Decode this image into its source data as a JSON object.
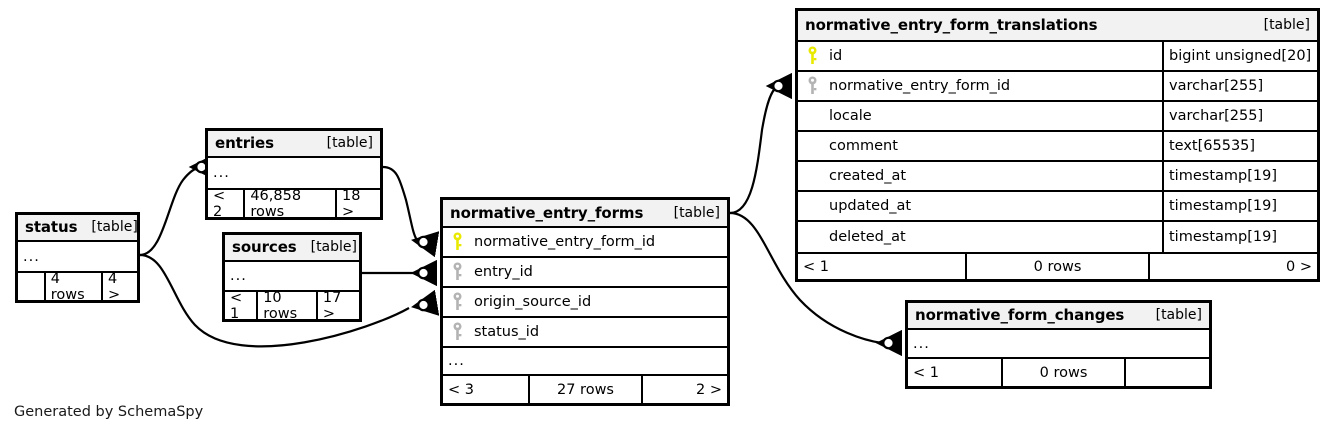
{
  "caption": "Generated by SchemaSpy",
  "table_tag": "[table]",
  "ellipsis": "...",
  "colors": {
    "primary_key": "#e9e900",
    "foreign_key": "#b3b3b3",
    "header_background": "#f2f2f2",
    "border": "#000000",
    "page_background": "#ffffff"
  },
  "tables": {
    "normative_entry_form_translations": {
      "name": "normative_entry_form_translations",
      "tag": "[table]",
      "columns": [
        {
          "name": "id",
          "type": "bigint unsigned[20]",
          "key": "primary-key-icon"
        },
        {
          "name": "normative_entry_form_id",
          "type": "varchar[255]",
          "key": "foreign-key-icon"
        },
        {
          "name": "locale",
          "type": "varchar[255]",
          "key": "none"
        },
        {
          "name": "comment",
          "type": "text[65535]",
          "key": "none"
        },
        {
          "name": "created_at",
          "type": "timestamp[19]",
          "key": "none"
        },
        {
          "name": "updated_at",
          "type": "timestamp[19]",
          "key": "none"
        },
        {
          "name": "deleted_at",
          "type": "timestamp[19]",
          "key": "none"
        }
      ],
      "footer": {
        "left": "< 1",
        "center": "0 rows",
        "right": "0 >"
      }
    },
    "normative_entry_forms": {
      "name": "normative_entry_forms",
      "tag": "[table]",
      "columns": [
        {
          "name": "normative_entry_form_id",
          "type": "",
          "key": "primary-key-icon"
        },
        {
          "name": "entry_id",
          "type": "",
          "key": "foreign-key-icon"
        },
        {
          "name": "origin_source_id",
          "type": "",
          "key": "foreign-key-icon"
        },
        {
          "name": "status_id",
          "type": "",
          "key": "foreign-key-icon"
        }
      ],
      "has_ellipsis_row": true,
      "footer": {
        "left": "< 3",
        "center": "27 rows",
        "right": "2 >"
      }
    },
    "entries": {
      "name": "entries",
      "tag": "[table]",
      "columns": [],
      "has_ellipsis_row": true,
      "footer": {
        "left": "< 2",
        "center": "46,858 rows",
        "right": "18 >"
      }
    },
    "sources": {
      "name": "sources",
      "tag": "[table]",
      "columns": [],
      "has_ellipsis_row": true,
      "footer": {
        "left": "< 1",
        "center": "10 rows",
        "right": "17 >"
      }
    },
    "status": {
      "name": "status",
      "tag": "[table]",
      "columns": [],
      "has_ellipsis_row": true,
      "footer": {
        "left": "",
        "center": "4 rows",
        "right": "4 >"
      }
    },
    "normative_form_changes": {
      "name": "normative_form_changes",
      "tag": "[table]",
      "columns": [],
      "has_ellipsis_row": true,
      "footer": {
        "left": "< 1",
        "center": "0 rows",
        "right": ""
      }
    }
  },
  "relationships": [
    {
      "from": "entries",
      "to": "normative_entry_forms.entry_id"
    },
    {
      "from": "sources",
      "to": "normative_entry_forms.origin_source_id"
    },
    {
      "from": "status",
      "to": "normative_entry_forms.status_id"
    },
    {
      "from": "status",
      "to": "entries"
    },
    {
      "from": "normative_entry_forms",
      "to": "normative_entry_form_translations.normative_entry_form_id"
    },
    {
      "from": "normative_entry_forms",
      "to": "normative_form_changes"
    }
  ]
}
